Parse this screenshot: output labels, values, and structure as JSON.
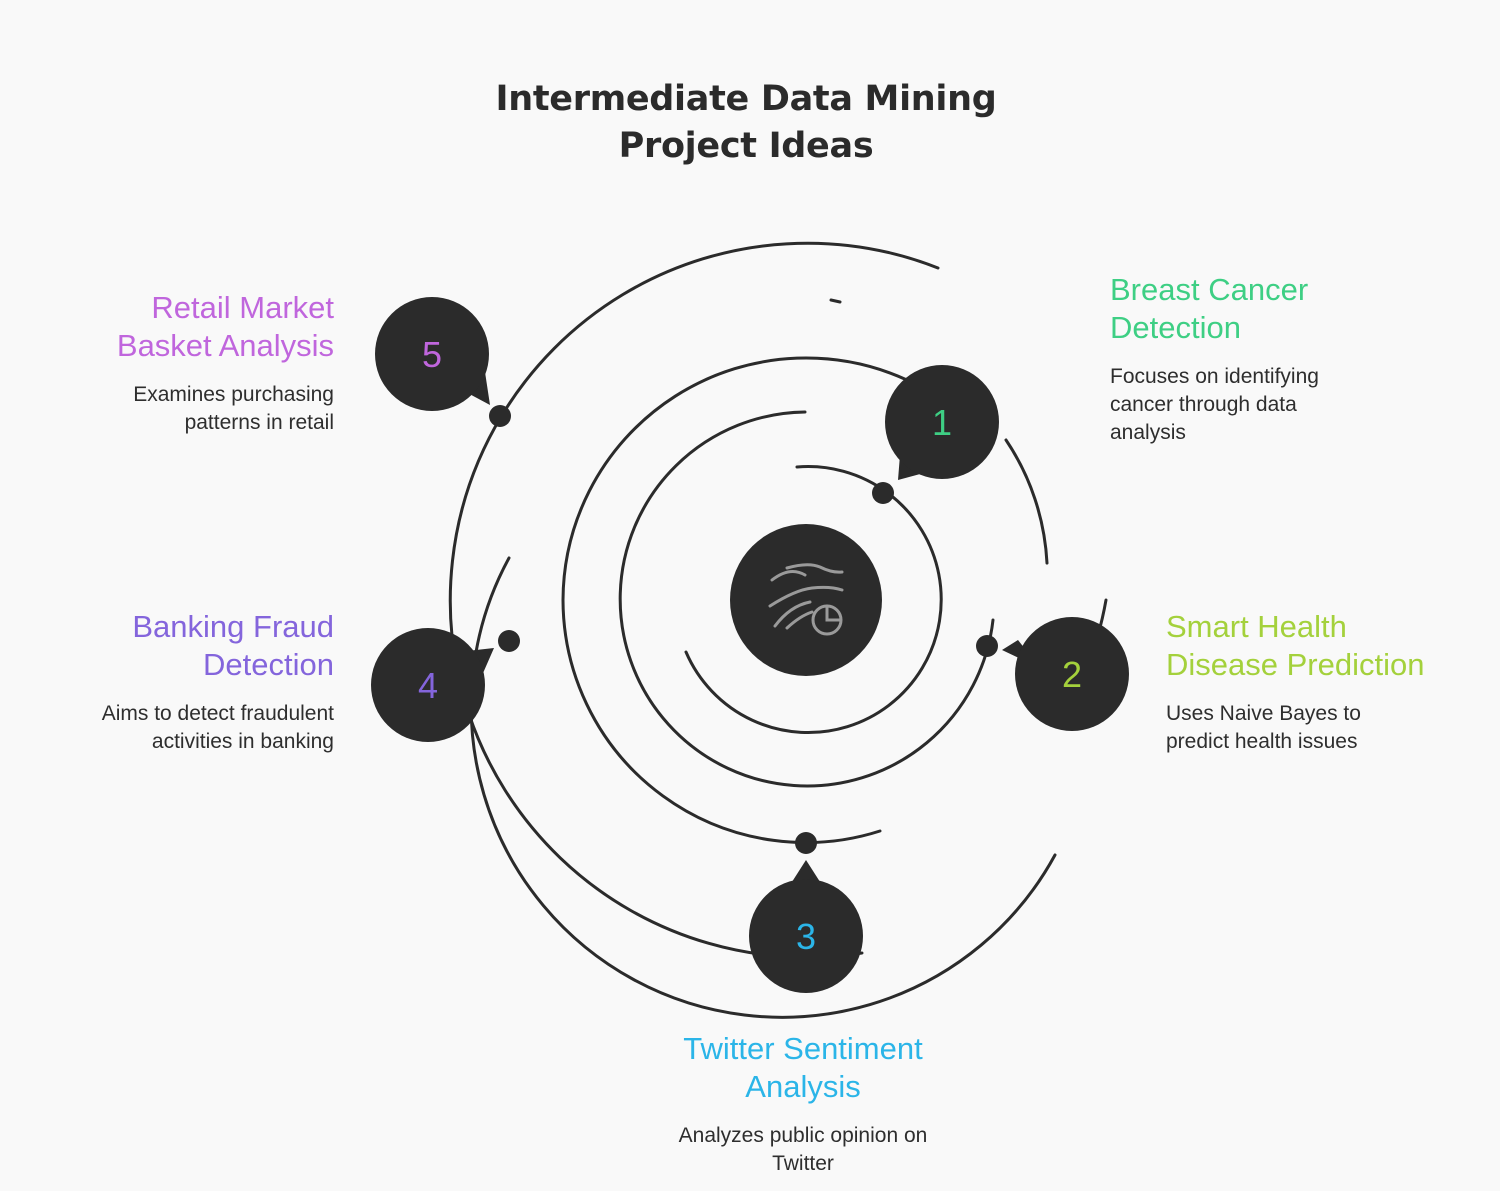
{
  "title": [
    "Intermediate Data Mining",
    "Project Ideas"
  ],
  "items": [
    {
      "number": "1",
      "heading": [
        "Breast Cancer",
        "Detection"
      ],
      "description": [
        "Focuses on identifying",
        "cancer through data",
        "analysis"
      ],
      "color": "#3ecf84"
    },
    {
      "number": "2",
      "heading": [
        "Smart Health",
        "Disease Prediction"
      ],
      "description": [
        "Uses Naive Bayes to",
        "predict health issues"
      ],
      "color": "#a4d13c"
    },
    {
      "number": "3",
      "heading": [
        "Twitter Sentiment",
        "Analysis"
      ],
      "description": [
        "Analyzes public opinion on",
        "Twitter"
      ],
      "color": "#2bb5e8"
    },
    {
      "number": "4",
      "heading": [
        "Banking Fraud",
        "Detection"
      ],
      "description": [
        "Aims to detect fraudulent",
        "activities in banking"
      ],
      "color": "#8465dc"
    },
    {
      "number": "5",
      "heading": [
        "Retail Market",
        "Basket Analysis"
      ],
      "description": [
        "Examines purchasing",
        "patterns in retail"
      ],
      "color": "#c066dd"
    }
  ],
  "colors": {
    "background": "#f9f9f9",
    "dark": "#2b2b2b",
    "center_icon_stroke": "#9a9a9a"
  },
  "center_icon": "data-flow-chart-icon"
}
